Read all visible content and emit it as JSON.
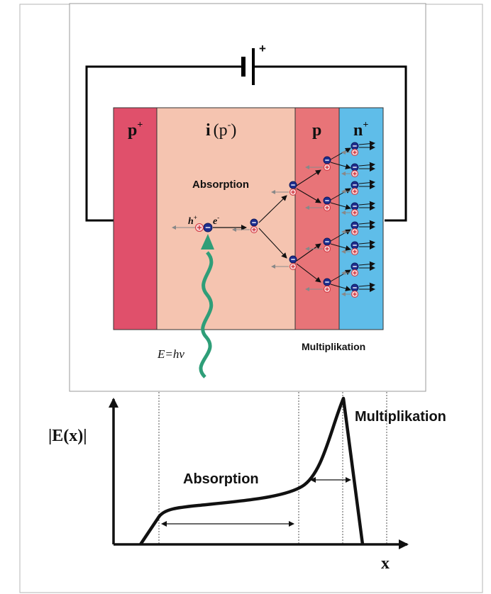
{
  "device": {
    "regions": [
      {
        "id": "p-plus",
        "base": "p",
        "sup": "+",
        "color": "#e0506b"
      },
      {
        "id": "intrinsic",
        "base": "i",
        "paren": "(p",
        "paren_sup": "-",
        "paren_close": ")",
        "color": "#f5c4b0"
      },
      {
        "id": "p",
        "base": "p",
        "sup": "",
        "color": "#e87478"
      },
      {
        "id": "n-plus",
        "base": "n",
        "sup": "+",
        "color": "#5fbde9"
      }
    ],
    "labels": {
      "absorption": "Absorption",
      "multiplikation": "Multiplikation",
      "hole": "h",
      "hole_sup": "+",
      "electron": "e",
      "electron_sup": "-",
      "photon_energy": "E=hν",
      "battery_plus": "+"
    },
    "photon_color": "#2e9e78",
    "electron_color": "#1f2f8f",
    "hole_color": "#d0343f"
  },
  "plot": {
    "ylabel": "|E(x)|",
    "xlabel": "x",
    "absorption_label": "Absorption",
    "multiplikation_label": "Multiplikation"
  },
  "colors": {
    "frame": "#9a9a9a",
    "wire": "#000000",
    "curve": "#111111",
    "guides": "#555555"
  }
}
